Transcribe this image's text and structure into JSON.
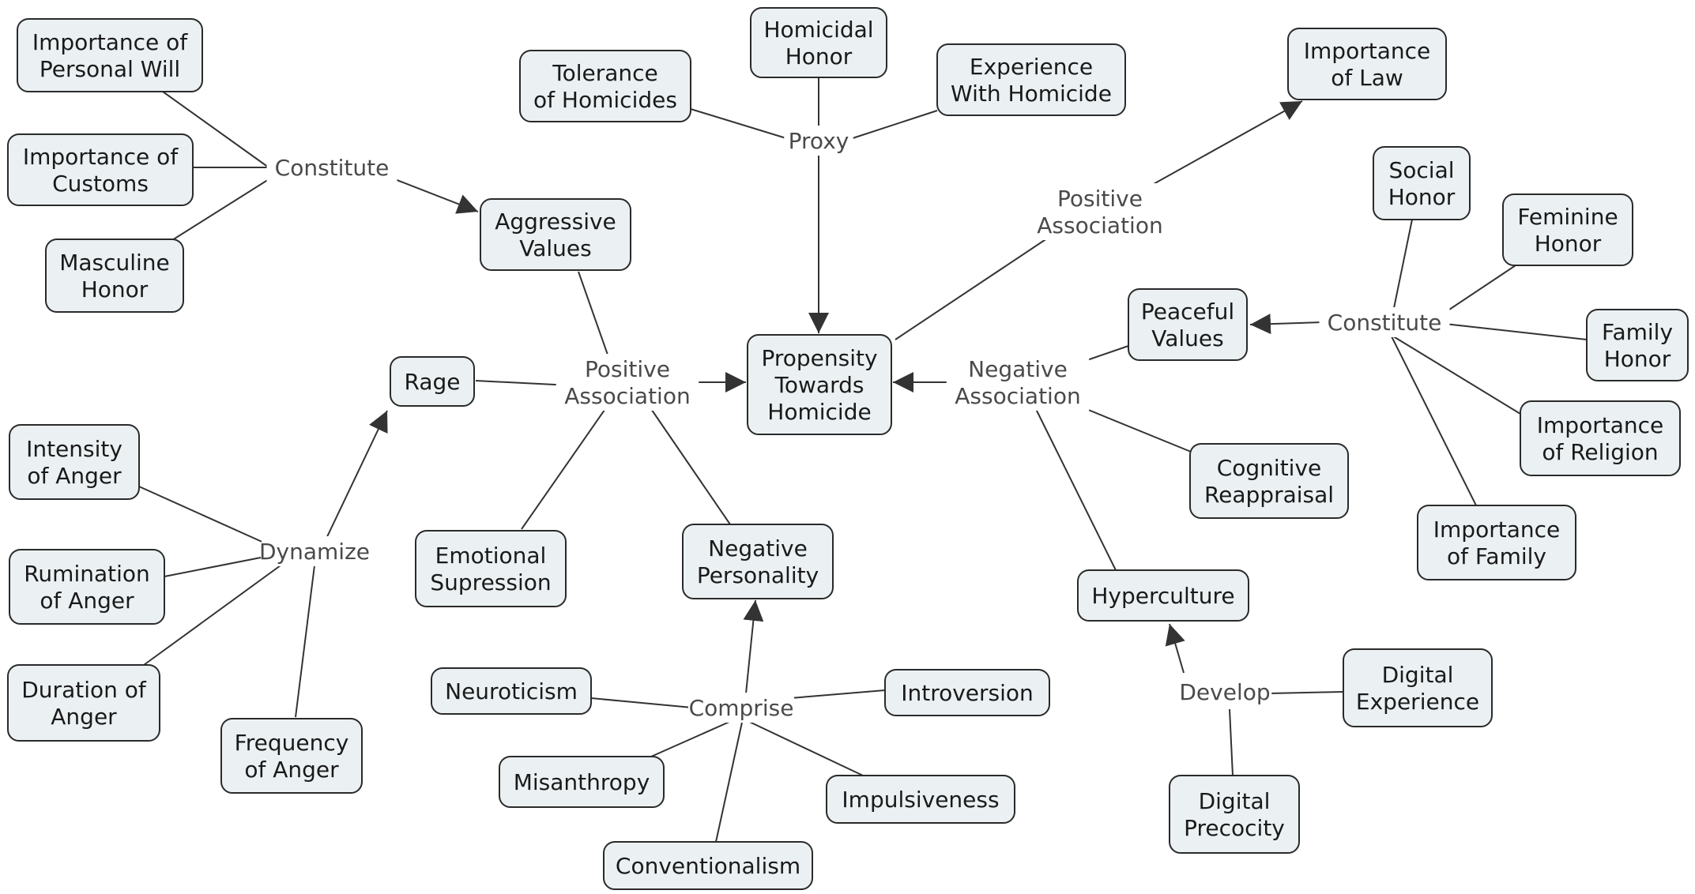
{
  "nodes": {
    "propensity": [
      "Propensity",
      "Towards",
      "Homicide"
    ],
    "importance_personal_will": [
      "Importance of",
      "Personal Will"
    ],
    "importance_customs": [
      "Importance of",
      "Customs"
    ],
    "masculine_honor": [
      "Masculine",
      "Honor"
    ],
    "aggressive_values": [
      "Aggressive",
      "Values"
    ],
    "tolerance_homicides": [
      "Tolerance",
      "of Homicides"
    ],
    "homicidal_honor": [
      "Homicidal",
      "Honor"
    ],
    "experience_homicide": [
      "Experience",
      "With Homicide"
    ],
    "importance_law": [
      "Importance",
      "of Law"
    ],
    "social_honor": [
      "Social",
      "Honor"
    ],
    "feminine_honor": [
      "Feminine",
      "Honor"
    ],
    "family_honor": [
      "Family",
      "Honor"
    ],
    "importance_religion": [
      "Importance",
      "of Religion"
    ],
    "importance_family": [
      "Importance",
      "of Family"
    ],
    "peaceful_values": [
      "Peaceful",
      "Values"
    ],
    "cognitive_reappraisal": [
      "Cognitive",
      "Reappraisal"
    ],
    "hyperculture": [
      "Hyperculture"
    ],
    "digital_experience": [
      "Digital",
      "Experience"
    ],
    "digital_precocity": [
      "Digital",
      "Precocity"
    ],
    "rage": [
      "Rage"
    ],
    "intensity_anger": [
      "Intensity",
      "of Anger"
    ],
    "rumination_anger": [
      "Rumination",
      "of Anger"
    ],
    "duration_anger": [
      "Duration of",
      "Anger"
    ],
    "frequency_anger": [
      "Frequency",
      "of Anger"
    ],
    "emotional_supression": [
      "Emotional",
      "Supression"
    ],
    "negative_personality": [
      "Negative",
      "Personality"
    ],
    "neuroticism": [
      "Neuroticism"
    ],
    "introversion": [
      "Introversion"
    ],
    "misanthropy": [
      "Misanthropy"
    ],
    "impulsiveness": [
      "Impulsiveness"
    ],
    "conventionalism": [
      "Conventionalism"
    ]
  },
  "link_labels": {
    "constitute_left": [
      "Constitute"
    ],
    "proxy": [
      "Proxy"
    ],
    "positive_association_top": [
      "Positive",
      "Association"
    ],
    "constitute_right": [
      "Constitute"
    ],
    "negative_association": [
      "Negative",
      "Association"
    ],
    "positive_association_center": [
      "Positive",
      "Association"
    ],
    "dynamize": [
      "Dynamize"
    ],
    "comprise": [
      "Comprise"
    ],
    "develop": [
      "Develop"
    ]
  }
}
